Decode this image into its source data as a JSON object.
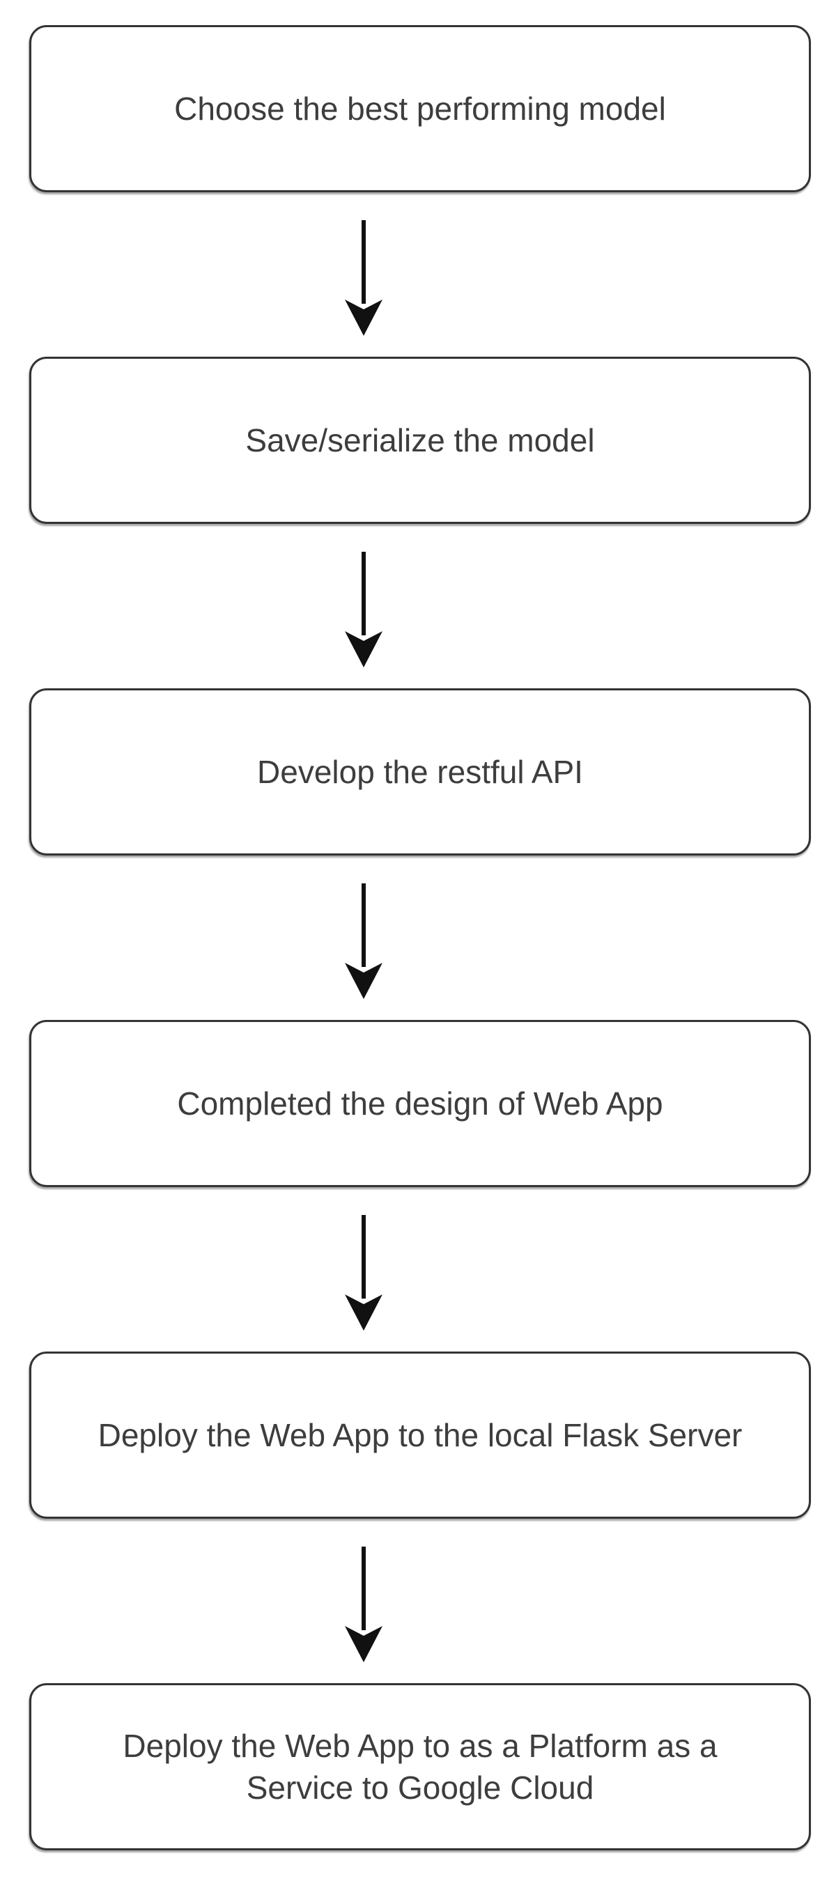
{
  "diagram": {
    "type": "flowchart",
    "direction": "top-down",
    "colors": {
      "background": "#ffffff",
      "box_fill": "#ffffff",
      "box_border": "#343434",
      "text": "#3d3d3d",
      "arrow": "#111111"
    },
    "steps": [
      {
        "label": "Choose the best performing model"
      },
      {
        "label": "Save/serialize the model"
      },
      {
        "label": "Develop the restful API"
      },
      {
        "label": "Completed the design of Web App"
      },
      {
        "label": "Deploy the Web App to the local Flask Server"
      },
      {
        "label": "Deploy the Web App to as a Platform as a\nService to Google Cloud"
      }
    ],
    "connectors": [
      {
        "from": 0,
        "to": 1
      },
      {
        "from": 1,
        "to": 2
      },
      {
        "from": 2,
        "to": 3
      },
      {
        "from": 3,
        "to": 4
      },
      {
        "from": 4,
        "to": 5
      }
    ]
  }
}
